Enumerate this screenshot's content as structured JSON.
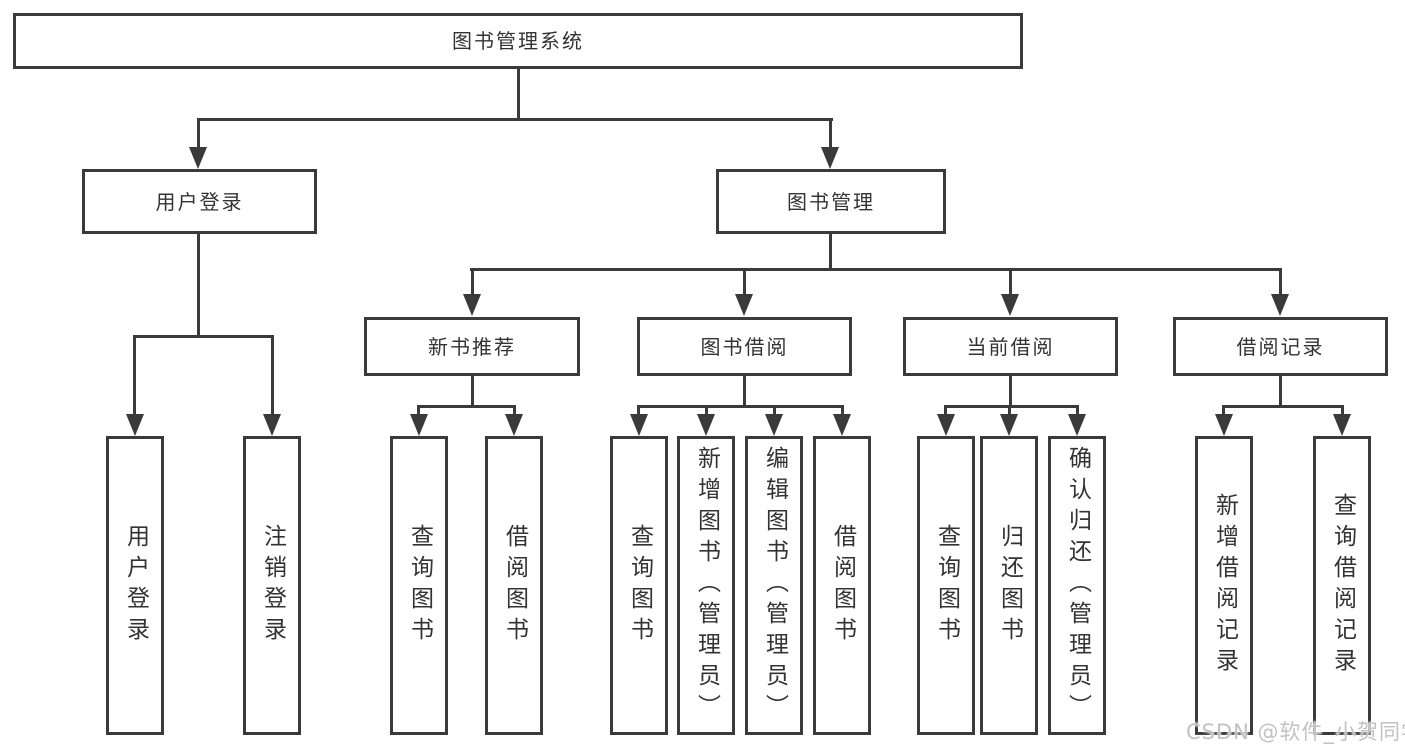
{
  "diagram": {
    "title": {
      "label": "图书管理系统"
    },
    "level2": {
      "user_login": {
        "label": "用户登录"
      },
      "book_mgmt": {
        "label": "图书管理"
      }
    },
    "level3": {
      "new_books": {
        "label": "新书推荐"
      },
      "book_borrow": {
        "label": "图书借阅"
      },
      "current_borrow": {
        "label": "当前借阅"
      },
      "borrow_records": {
        "label": "借阅记录"
      }
    },
    "leaves": {
      "user_login": [
        {
          "label": "用户登录"
        },
        {
          "label": "注销登录"
        }
      ],
      "new_books": [
        {
          "label": "查询图书"
        },
        {
          "label": "借阅图书"
        }
      ],
      "book_borrow": [
        {
          "label": "查询图书"
        },
        {
          "label": "新增图书（管理员）"
        },
        {
          "label": "编辑图书（管理员）"
        },
        {
          "label": "借阅图书"
        }
      ],
      "current_borrow": [
        {
          "label": "查询图书"
        },
        {
          "label": "归还图书"
        },
        {
          "label": "确认归还（管理员）"
        }
      ],
      "borrow_records": [
        {
          "label": "新增借阅记录"
        },
        {
          "label": "查询借阅记录"
        }
      ]
    },
    "colors": {
      "line": "#3a3a3a",
      "text": "#333333",
      "watermark": "#c2c2c2",
      "background": "#ffffff"
    }
  },
  "watermark": {
    "text": "CSDN @软件_小贺同学"
  }
}
